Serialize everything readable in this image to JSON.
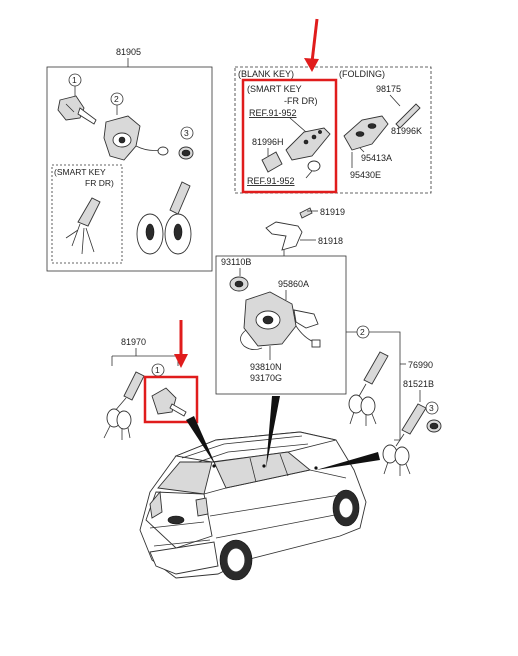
{
  "colors": {
    "highlight": "#e01c1c",
    "line": "#333333",
    "text": "#222222"
  },
  "group_81905": {
    "ref": "81905",
    "callouts": [
      "1",
      "2",
      "3"
    ],
    "sub_label": [
      "(SMART KEY",
      "FR DR)"
    ]
  },
  "blank_key": {
    "title_left": "(BLANK KEY)",
    "title_right": "(FOLDING)",
    "smart_key_lines": [
      "(SMART KEY",
      "-FR DR)"
    ],
    "refs": [
      "REF.91-952",
      "REF.91-952"
    ],
    "parts": [
      "81996H",
      "98175",
      "81996K",
      "95413A",
      "95430E"
    ]
  },
  "middle": {
    "parts": [
      "81919",
      "81918",
      "93110B",
      "95860A",
      "93810N",
      "93170G"
    ]
  },
  "left_keys": {
    "ref": "81970",
    "callout": "1"
  },
  "right_keys": {
    "refs": [
      "76990",
      "81521B"
    ],
    "callouts": [
      "2",
      "3"
    ]
  }
}
